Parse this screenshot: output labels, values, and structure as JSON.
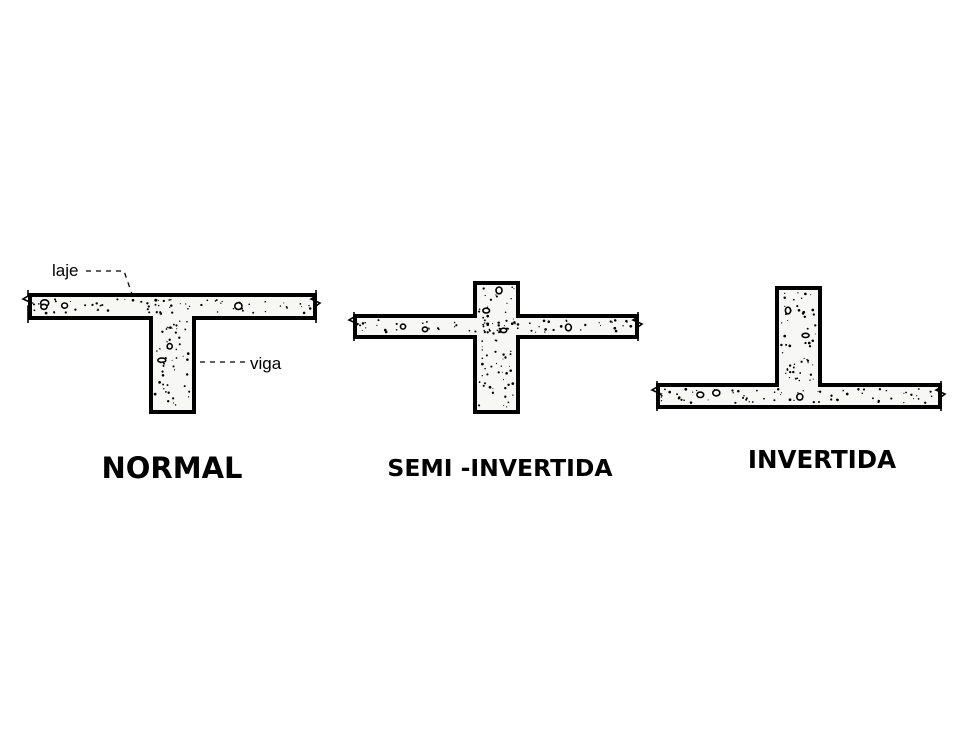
{
  "diagram": {
    "variants": [
      {
        "id": "normal",
        "caption": "NORMAL"
      },
      {
        "id": "semi-invertida",
        "caption": "SEMI -INVERTIDA"
      },
      {
        "id": "invertida",
        "caption": "INVERTIDA"
      }
    ],
    "labels": {
      "slab": "laje",
      "beam": "viga"
    },
    "colors": {
      "line": "#000000",
      "concrete_fill": "#f7f7f5",
      "background": "#ffffff"
    }
  }
}
